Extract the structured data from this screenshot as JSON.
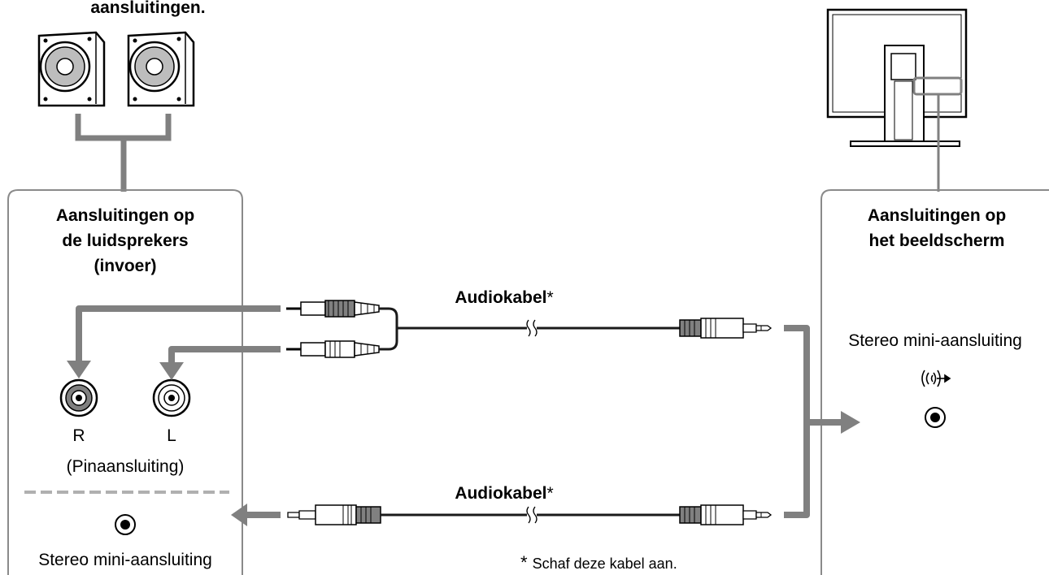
{
  "top_caption": "aansluitingen.",
  "left_panel": {
    "title_lines": [
      "Aansluitingen op",
      "de luidsprekers",
      "(invoer)"
    ],
    "jack_right_label": "R",
    "jack_left_label": "L",
    "pin_caption": "(Pinaansluiting)",
    "mini_caption": "Stereo mini-aansluiting"
  },
  "right_panel": {
    "title_lines": [
      "Aansluitingen op",
      "het beeldscherm"
    ],
    "mini_caption": "Stereo mini-aansluiting"
  },
  "cable_top": {
    "label": "Audiokabel",
    "mark": "*"
  },
  "cable_bottom": {
    "label": "Audiokabel",
    "mark": "*"
  },
  "footnote": {
    "mark": "*",
    "text": "Schaf deze kabel aan."
  },
  "colors": {
    "panel_border": "#8a8a8a",
    "arrow": "#808080",
    "cable": "#1a1a1a",
    "speaker_cone": "#bdbdbd"
  }
}
